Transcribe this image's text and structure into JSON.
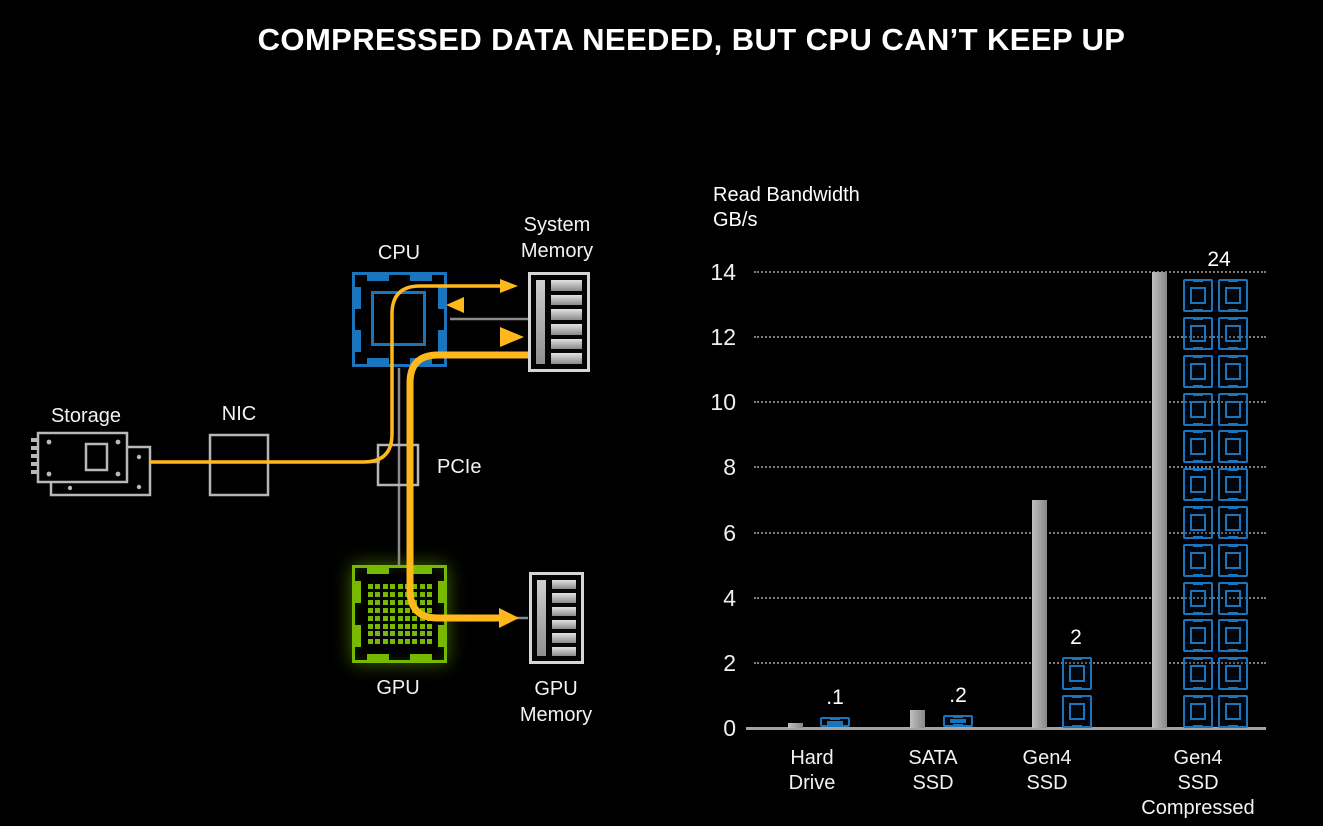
{
  "title": "COMPRESSED DATA NEEDED, BUT CPU CAN’T KEEP UP",
  "colors": {
    "background": "#000000",
    "accent_yellow": "#FFB81C",
    "cpu_blue": "#1B75BC",
    "gpu_green": "#76B900",
    "bar_gray": "#A9A9A9",
    "icon_gray": "#B8B8B8"
  },
  "diagram": {
    "storage_label": "Storage",
    "nic_label": "NIC",
    "pcie_label": "PCIe",
    "cpu_label": "CPU",
    "system_memory_label": "System\nMemory",
    "gpu_label": "GPU",
    "gpu_memory_label": "GPU\nMemory",
    "icons": {
      "storage": "ssd-card-icon",
      "nic": "nic-square-icon",
      "pcie": "pcie-switch-icon",
      "cpu": "cpu-socket-icon",
      "system_memory": "ram-module-icon",
      "gpu": "gpu-die-icon",
      "gpu_memory": "ram-module-icon",
      "flow": "yellow-dataflow-arrows"
    }
  },
  "chart_data": {
    "type": "bar",
    "title": "Read Bandwidth",
    "ylabel": "GB/s",
    "categories": [
      [
        "Hard",
        "Drive"
      ],
      [
        "SATA",
        "SSD"
      ],
      [
        "Gen4",
        "SSD"
      ],
      [
        "Gen4",
        "SSD",
        "Compressed"
      ]
    ],
    "series": [
      {
        "name": "read_bandwidth_gray_bars",
        "values": [
          0.15,
          0.55,
          7,
          14
        ]
      },
      {
        "name": "cpu_chip_blue_icons",
        "values": [
          0.1,
          0.2,
          2,
          24
        ],
        "labels": [
          ".1",
          ".2",
          "2",
          "24"
        ]
      }
    ],
    "yticks": [
      0,
      2,
      4,
      6,
      8,
      10,
      12,
      14
    ],
    "ylim": [
      0,
      14
    ],
    "grid": "dotted-horizontal",
    "legend": "none"
  }
}
